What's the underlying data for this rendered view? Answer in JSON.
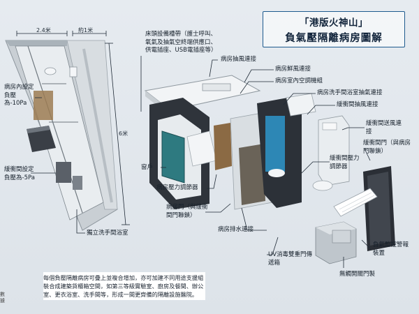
{
  "title": {
    "line1": "「港版火神山」",
    "line2": "負氣壓隔離病房圖解"
  },
  "left": {
    "dim_width_main": "2.4米",
    "dim_width_side": "約1米",
    "dim_length": "6米",
    "ward_pressure": "病房內設定負壓為-10Pa",
    "buffer_pressure": "緩衝間設定負壓為-5Pa",
    "bathroom": "獨立洗手間浴室"
  },
  "right": {
    "bed_panel": "床頭設備槽帶（護士呼叫、氧氣及抽氣空終端供應口、供電插座、USB電插座等）",
    "ward_exhaust": "病房抽風連接",
    "fresh_air": "病房鮮風連接",
    "indoor_ac": "病房室內空調機組",
    "bath_exhaust": "病房洗手間浴室抽氣連接",
    "buffer_exhaust": "緩衝間抽風連接",
    "buffer_supply": "緩衝間送風連接",
    "window": "窗戶",
    "pressure_regulator": "病房壓力調節器",
    "buffer_door": "緩衝間門（與病房門聯鎖）",
    "buffer_regulator": "緩衝間壓力調節器",
    "ward_door": "病房門（與緩衝間門聯鎖）",
    "drain": "病房排水連接",
    "monitor": "負氣監控警報裝置",
    "uv_box": "UV消毒雙重門傳遞箱",
    "touchless_door": "無觸開關門製"
  },
  "caption": "每個負壓隔離病房可疊上並複合增加，亦可加建不同用途支援組裝合成建築貨櫃箱空間，如第三等級實驗室、廚房及餐間、辦公室、更衣浴室、洗手間等，形成一間更齊備的隔離設施醫院。",
  "edge_text": "數據",
  "colors": {
    "title_border": "#1e5a8e",
    "teal_floor": "#1f6d73",
    "wood_curtain": "#8b6a44",
    "dark_panel": "#2b2f36"
  }
}
